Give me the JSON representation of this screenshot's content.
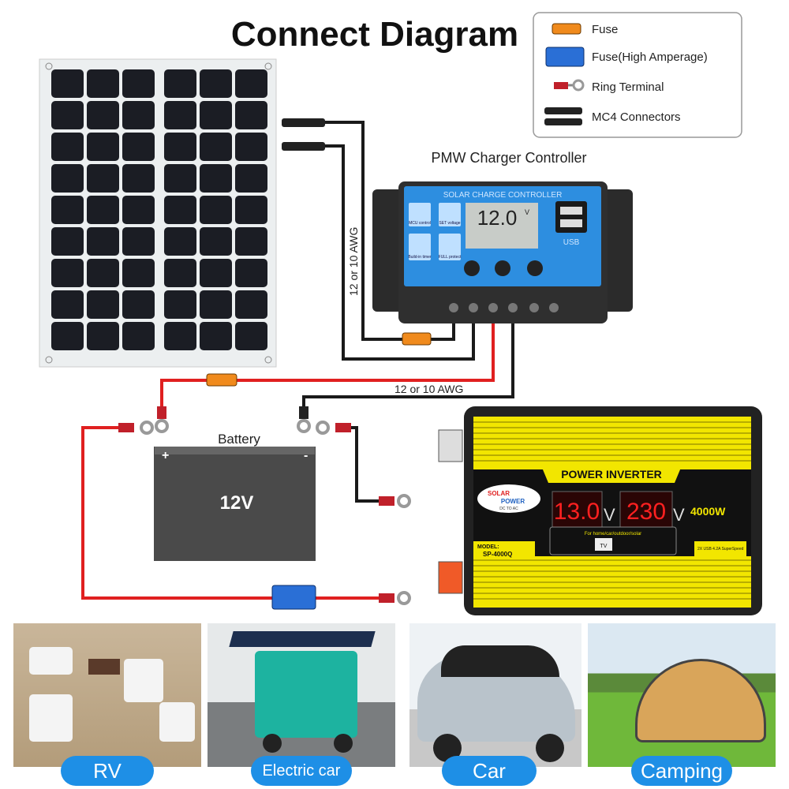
{
  "title": "Connect Diagram",
  "legend": {
    "items": [
      {
        "label": "Fuse",
        "icon": "fuse-icon",
        "color": "#f08a1c"
      },
      {
        "label": "Fuse(High Amperage)",
        "icon": "high-amperage-fuse-icon",
        "color": "#2a6fd6"
      },
      {
        "label": "Ring Terminal",
        "icon": "ring-terminal-icon",
        "color": "#c0202a"
      },
      {
        "label": "MC4 Connectors",
        "icon": "mc4-connector-icon",
        "color": "#222222"
      }
    ]
  },
  "controller": {
    "heading": "PMW Charger Controller",
    "panel_title": "SOLAR CHARGE CONTROLLER",
    "display_value": "12.0",
    "display_unit": "V",
    "buttons": [
      {
        "label": "MCU control"
      },
      {
        "label": "SET voltage"
      },
      {
        "label": "Build-in timer"
      },
      {
        "label": "FULL protect"
      }
    ],
    "usb_label": "USB"
  },
  "wire_labels": {
    "vertical": "12 or 10 AWG",
    "horizontal": "12 or 10 AWG"
  },
  "battery": {
    "label": "Battery",
    "voltage": "12V",
    "plus": "+",
    "minus": "-"
  },
  "inverter": {
    "title": "POWER INVERTER",
    "brand_line1": "SOLAR",
    "brand_line2": "POWER",
    "brand_line3": "DC TO AC",
    "input_reading": "13.0",
    "output_reading": "230",
    "unit": "V",
    "power": "4000W",
    "usage": "For home/car/outdoor/solar",
    "model_label": "MODEL:",
    "model": "SP-4000Q",
    "usb_info": "2X USB 4.2A SuperSpeed",
    "tv_label": "TV",
    "display_color": "#ff2020",
    "body_color": "#f2e600"
  },
  "applications": [
    {
      "label": "RV"
    },
    {
      "label": "Electric car"
    },
    {
      "label": "Car"
    },
    {
      "label": "Camping"
    }
  ]
}
